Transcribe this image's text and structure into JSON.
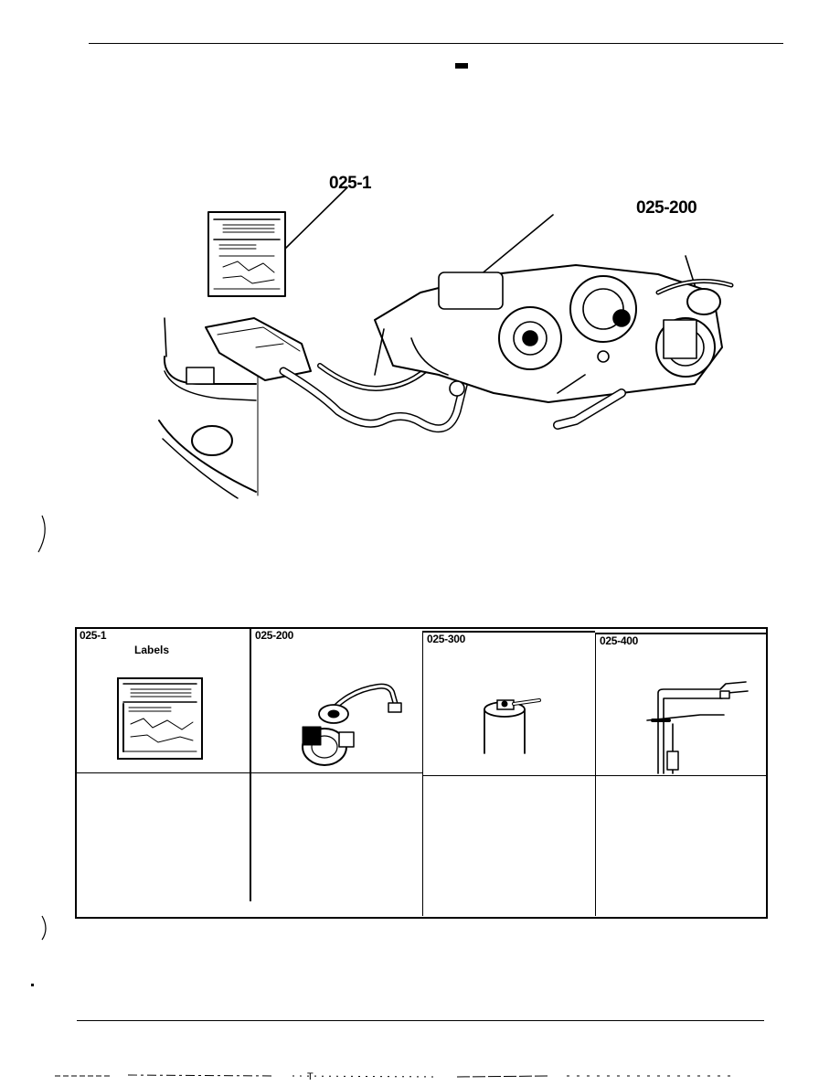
{
  "figure": {
    "callouts": {
      "label_callout": "025-1",
      "vacuum_callout": "025-200"
    }
  },
  "components_table": {
    "cells": [
      {
        "code": "025-1",
        "name": "Labels"
      },
      {
        "code": "025-200",
        "name": ""
      },
      {
        "code": "025-300",
        "name": ""
      },
      {
        "code": "025-400",
        "name": ""
      }
    ]
  },
  "footer": {
    "page_marker": "T"
  }
}
